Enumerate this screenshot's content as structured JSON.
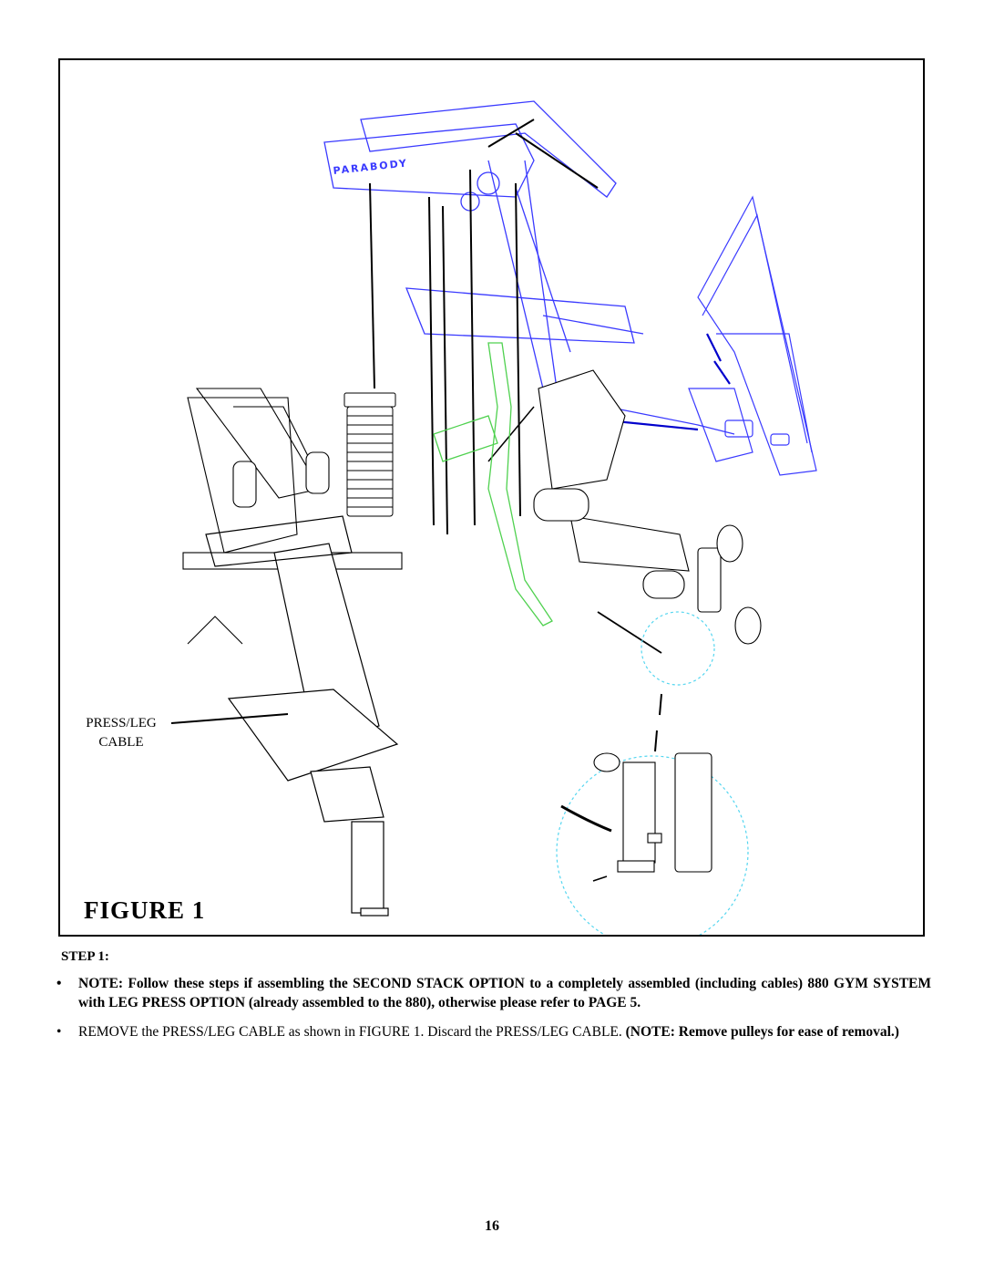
{
  "figure": {
    "title": "FIGURE 1",
    "brand_label": "PARABODY",
    "callout_line1": "PRESS/LEG",
    "callout_line2": "CABLE"
  },
  "step": {
    "heading": "STEP 1:",
    "bullet_symbol": "•",
    "note1": "NOTE:  Follow these steps if assembling the SECOND STACK OPTION to a completely assembled (including cables) 880 GYM SYSTEM with LEG PRESS OPTION (already assembled to the 880), otherwise please refer to PAGE 5.",
    "note2_plain": "REMOVE the PRESS/LEG CABLE as shown in FIGURE 1. Discard the PRESS/LEG CABLE. ",
    "note2_bold": "(NOTE: Remove pulleys for ease of removal.)"
  },
  "page_number": "16",
  "colors": {
    "frame_blue": "#3a3aff",
    "highlight_green": "#4fd14f",
    "detail_cyan": "#55d6f0"
  }
}
